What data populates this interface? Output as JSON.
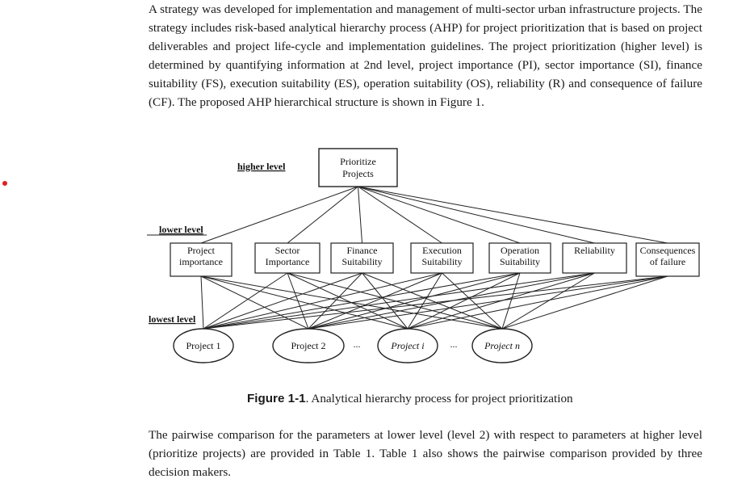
{
  "paragraph1": "A strategy was developed for implementation and management of multi-sector urban infrastructure projects. The strategy includes risk-based analytical hierarchy process (AHP) for project prioritization that is based on project deliverables and project life-cycle and implementation guidelines. The project prioritization (higher level) is determined by quantifying information at 2nd level, project importance (PI), sector importance (SI), finance suitability (FS), execution suitability (ES), operation suitability (OS), reliability (R) and consequence of failure (CF). The proposed AHP hierarchical structure is shown in Figure 1.",
  "diagram": {
    "level_higher": "higher level",
    "level_lower": "lower level",
    "level_lowest": "lowest level",
    "goal": [
      "Prioritize",
      "Projects"
    ],
    "criteria": [
      [
        "Project",
        "importance"
      ],
      [
        "Sector",
        "Importance"
      ],
      [
        "Finance",
        "Suitability"
      ],
      [
        "Execution",
        "Suitability"
      ],
      [
        "Operation",
        "Suitability"
      ],
      [
        "Reliability"
      ],
      [
        "Consequences",
        "of failure"
      ]
    ],
    "alternatives": [
      "Project 1",
      "Project 2",
      "Project i",
      "Project n"
    ],
    "ellipsis": "..."
  },
  "caption": {
    "label": "Figure 1-1",
    "text": ". Analytical hierarchy process for project prioritization"
  },
  "paragraph2": "The pairwise comparison for the parameters at lower level (level 2) with respect to parameters at higher level (prioritize projects) are provided in Table 1. Table 1 also shows the pairwise comparison provided by three decision makers."
}
